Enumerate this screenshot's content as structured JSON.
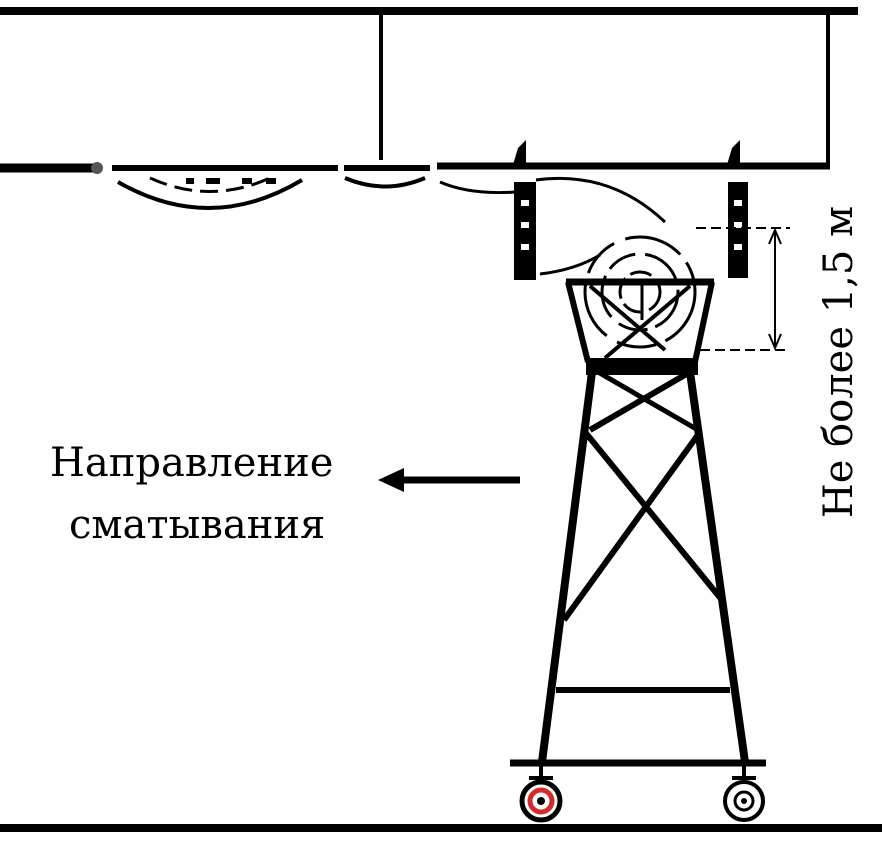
{
  "labels": {
    "direction_line1": "Направление",
    "direction_line2": "сматывания",
    "height_limit": "Не более 1,5 м"
  },
  "colors": {
    "ink": "#000000",
    "wheel_accent": "#d42a2a",
    "background": "#ffffff"
  }
}
